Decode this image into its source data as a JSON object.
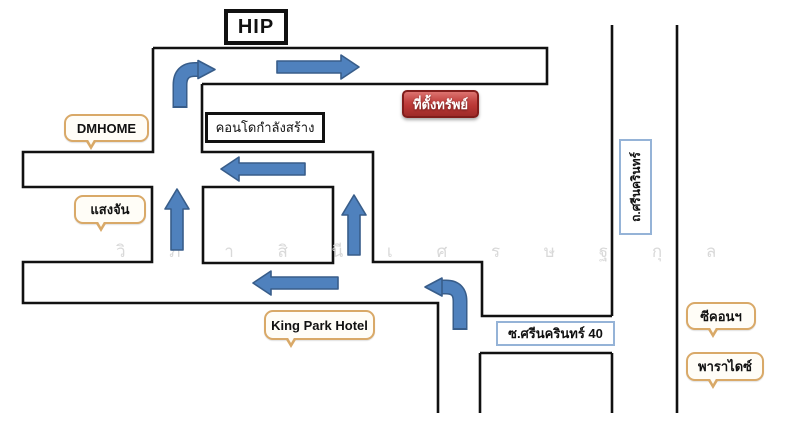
{
  "title": "HIP",
  "marker": {
    "label": "ที่ตั้งทรัพย์"
  },
  "buildings": {
    "condo": "คอนโดกำลังสร้าง"
  },
  "bubbles": {
    "dmhome": "DMHOME",
    "saengchan": "แสงจัน",
    "kingpark": "King Park Hotel",
    "seacon": "ซีคอนฯ",
    "paradise": "พาราไดซ์"
  },
  "road_labels": {
    "soi": "ซ.ศรีนครินทร์ 40",
    "main": "ถ.ศรีนครินทร์"
  },
  "watermark": "วิ ภ า สิ นี เ ศ ร ษ ฐ กุ ล",
  "arrows": [
    {
      "name": "turn-right-onto-top-road",
      "type": "curved",
      "direction": "up-then-right"
    },
    {
      "name": "top-road-eastbound",
      "type": "straight",
      "direction": "right"
    },
    {
      "name": "north-loop-westbound",
      "type": "straight",
      "direction": "left"
    },
    {
      "name": "west-loop-northbound",
      "type": "straight",
      "direction": "up"
    },
    {
      "name": "east-loop-northbound",
      "type": "straight",
      "direction": "up"
    },
    {
      "name": "south-loop-westbound",
      "type": "straight",
      "direction": "left"
    },
    {
      "name": "turn-left-from-soi",
      "type": "curved",
      "direction": "up-then-left"
    }
  ],
  "colors": {
    "arrow_fill": "#4f81bd",
    "arrow_outline": "#385d8a",
    "marker_red": "#b93634",
    "bubble_border": "#d9a968",
    "blue_box_border": "#95b3d7",
    "line": "#111111"
  }
}
